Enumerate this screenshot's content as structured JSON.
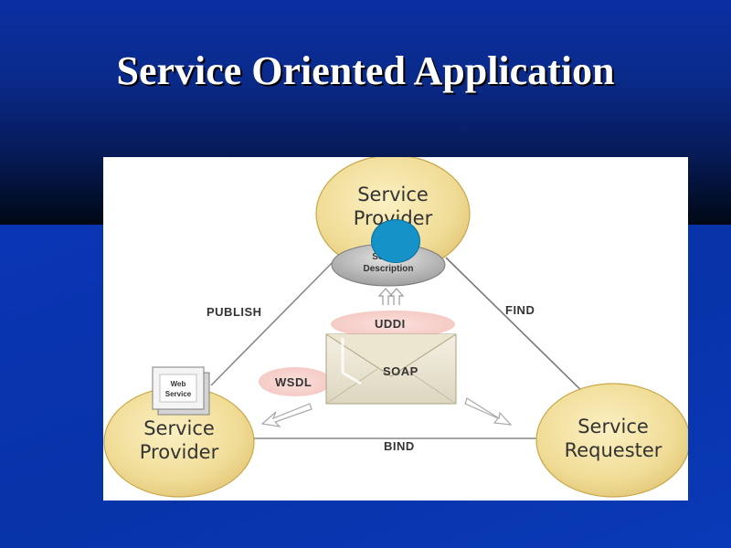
{
  "slide": {
    "title": "Service Oriented Application"
  },
  "diagram": {
    "nodes": {
      "top_provider": "Service\nProvider",
      "left_provider": "Service\nProvider",
      "requester": "Service\nRequester"
    },
    "service_description": "Service\nDescription",
    "web_service_box": "Web\nService",
    "edges": {
      "publish": "PUBLISH",
      "find": "FIND",
      "bind": "BIND"
    },
    "protocols": {
      "uddi": "UDDI",
      "soap": "SOAP",
      "wsdl": "WSDL"
    },
    "colors": {
      "node_fill": "#f0dc96",
      "node_edge": "#c9a84a",
      "blue_marker": "#1593c9"
    }
  }
}
